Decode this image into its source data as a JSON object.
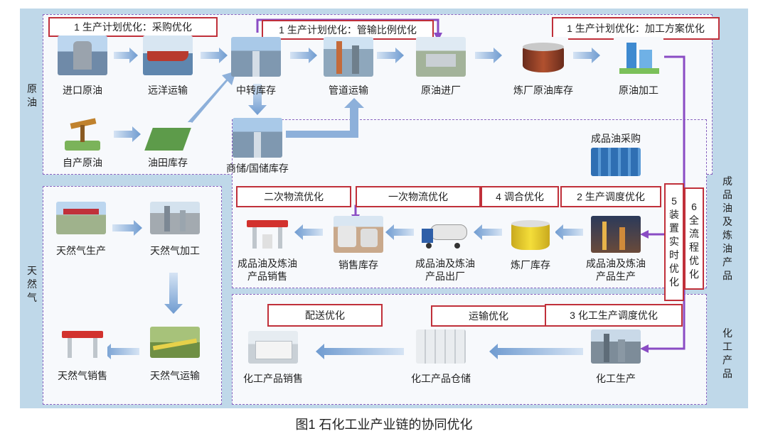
{
  "caption": "图1  石化工业产业链的协同优化",
  "side_labels": {
    "crude": [
      "原",
      "油"
    ],
    "gas": [
      "天",
      "然",
      "气"
    ],
    "products": [
      "成",
      "品",
      "油",
      "及",
      "炼",
      "油",
      "产",
      "品"
    ],
    "chemicals": [
      "化",
      "工",
      "产",
      "品"
    ]
  },
  "boxes": {
    "purchase": "1 生产计划优化：采购优化",
    "pipeline_ratio": "1 生产计划优化：管输比例优化",
    "processing_plan": "1 生产计划优化：加工方案优化",
    "secondary_logistics": "二次物流优化",
    "primary_logistics": "一次物流优化",
    "blending": "4 调合优化",
    "dispatch": "2 生产调度优化",
    "device_realtime": [
      "5",
      "装",
      "置",
      "实",
      "时",
      "优",
      "化"
    ],
    "full_process": [
      "6",
      "全",
      "流",
      "程",
      "优",
      "化"
    ],
    "distribution": "配送优化",
    "transport": "运输优化",
    "chem_dispatch": "3 化工生产调度优化"
  },
  "nodes": {
    "import_crude": "进口原油",
    "ocean_transport": "远洋运输",
    "transfer_storage": "中转库存",
    "pipeline_transport": "管道运输",
    "crude_intake": "原油进厂",
    "refinery_crude_storage": "炼厂原油库存",
    "crude_processing": "原油加工",
    "domestic_crude": "自产原油",
    "oilfield_storage": "油田库存",
    "reserve_storage": "商储/国储库存",
    "product_purchase": "成品油采购",
    "product_sales": [
      "成品油及炼油",
      "产品销售"
    ],
    "sales_storage": "销售库存",
    "product_dispatch": [
      "成品油及炼油",
      "产品出厂"
    ],
    "refinery_storage": "炼厂库存",
    "product_production": [
      "成品油及炼油",
      "产品生产"
    ],
    "gas_production": "天然气生产",
    "gas_processing": "天然气加工",
    "gas_sales": "天然气销售",
    "gas_transport": "天然气运输",
    "chem_sales": "化工产品销售",
    "chem_warehouse": "化工产品仓储",
    "chem_production": "化工生产"
  },
  "colors": {
    "background": "#bfd8e9",
    "panel_border": "#8a64c0",
    "red_box": "#c0303a",
    "flow_arrow": "#7fa6d4",
    "purple_line": "#8a4cc4"
  }
}
